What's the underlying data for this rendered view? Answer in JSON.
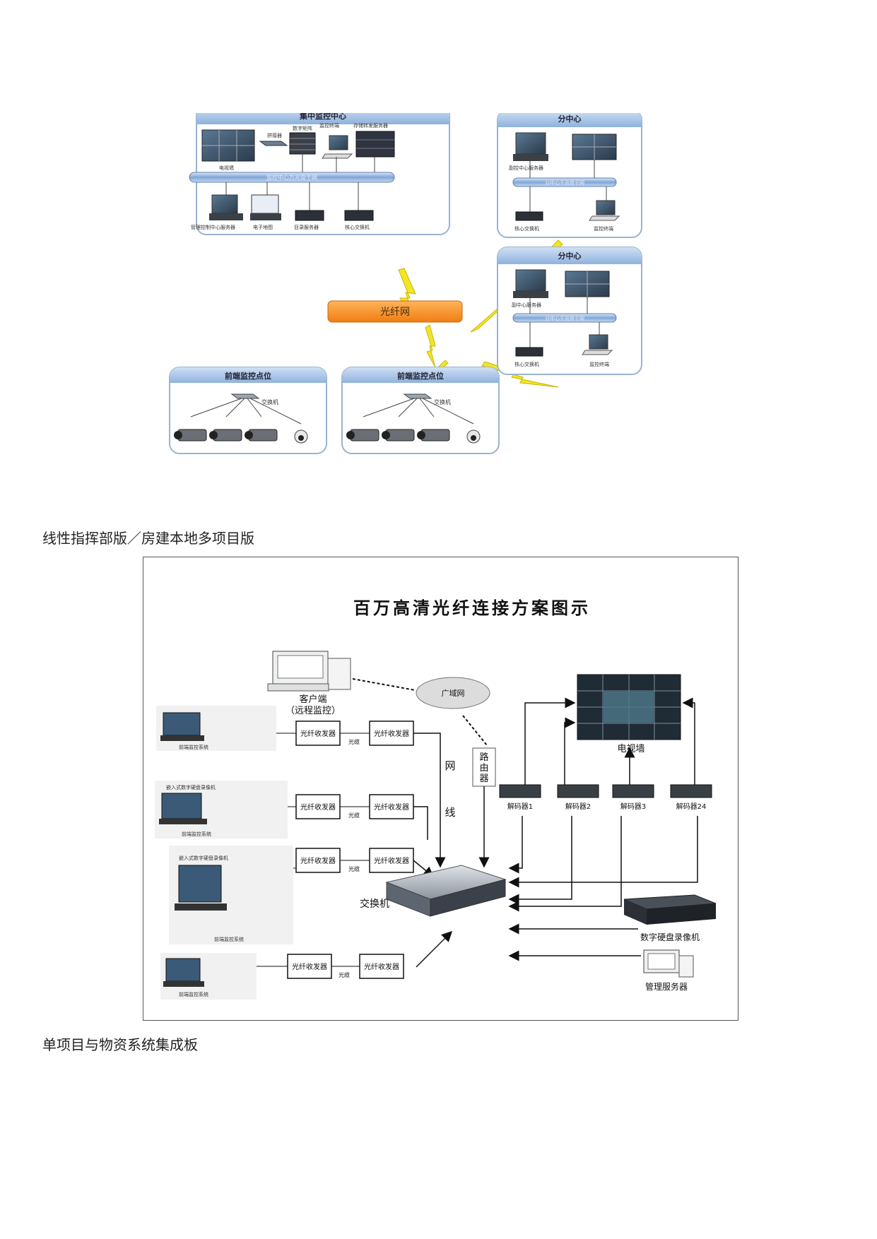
{
  "figure1": {
    "central_center": {
      "title": "集中监控中心",
      "tv_wall": "电视墙",
      "splicer": "拼接器",
      "digital_matrix": "数字矩阵",
      "monitor_terminal": "监控终端",
      "storage_server": "存储转发服务器",
      "backbone": "监控中心万兆骨干网",
      "mgmt_server": "管理控制中心服务器",
      "emap": "电子地图",
      "dir_server": "目录服务器",
      "core_switch": "核心交换机"
    },
    "sub_centers": [
      {
        "title": "分中心",
        "server": "副控中心服务器",
        "backbone": "分中心千兆骨干网",
        "core_switch": "核心交换机",
        "terminal": "监控终端"
      },
      {
        "title": "分中心",
        "server": "副中心服务器",
        "backbone": "分中心千兆骨干网",
        "core_switch": "核心交换机",
        "terminal": "监控终端"
      }
    ],
    "fiber_net": "光纤网",
    "front_points": [
      {
        "title": "前端监控点位",
        "switch": "交换机"
      },
      {
        "title": "前端监控点位",
        "switch": "交换机"
      }
    ]
  },
  "caption1": "线性指挥部版／房建本地多项目版",
  "figure2": {
    "title": "百万高清光纤连接方案图示",
    "client": "客户端",
    "client_sub": "（远程监控）",
    "wan": "广域网",
    "router": [
      "路",
      "由",
      "器"
    ],
    "net_line": [
      "网",
      "线"
    ],
    "tv_wall": "电视墙",
    "transceiver": "光纤收发器",
    "fiber": "光缆",
    "decoders": [
      "解码器1",
      "解码器2",
      "解码器3",
      "解码器24"
    ],
    "switch": "交换机",
    "dvr": "数字硬盘录像机",
    "mgmt_server": "管理服务器",
    "front_dvr_label": "嵌入式数字硬盘录像机",
    "front_system": "前端监控系统"
  },
  "caption2": "单项目与物资系统集成板"
}
